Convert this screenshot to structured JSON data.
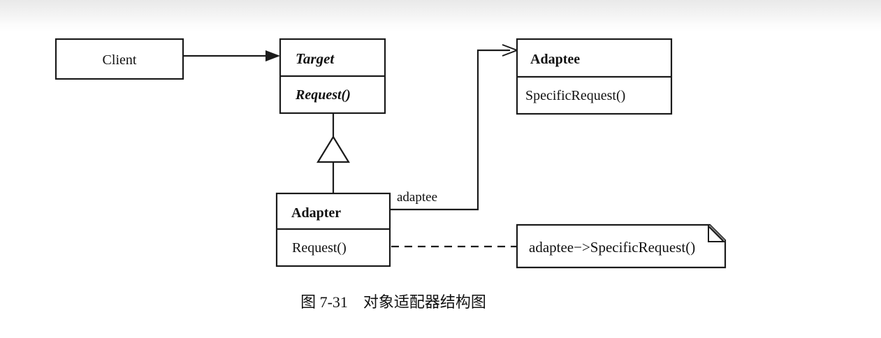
{
  "diagram": {
    "title_caption": "图 7-31　对象适配器结构图",
    "caption_figure_number": "图 7-31",
    "caption_label": "对象适配器结构图",
    "colors": {
      "line": "#1b1b1b",
      "box_fill": "#ffffff",
      "note_fold": "#808080",
      "background": "#ffffff",
      "text": "#111111"
    },
    "classes": [
      {
        "id": "client",
        "name": "Client",
        "name_style": "plain",
        "name_align": "center",
        "compartments": []
      },
      {
        "id": "target",
        "name": "Target",
        "name_style": "bold-italic",
        "name_align": "left",
        "compartments": [
          {
            "operation": "Request()",
            "style": "bold-italic"
          }
        ]
      },
      {
        "id": "adaptee",
        "name": "Adaptee",
        "name_style": "bold",
        "name_align": "left",
        "compartments": [
          {
            "operation": "SpecificRequest()",
            "style": "plain"
          }
        ]
      },
      {
        "id": "adapter",
        "name": "Adapter",
        "name_style": "bold",
        "name_align": "left",
        "compartments": [
          {
            "operation": "Request()",
            "style": "plain"
          }
        ]
      }
    ],
    "note": {
      "text": "adaptee−>SpecificRequest()",
      "has_folded_corner": true
    },
    "relationships": [
      {
        "id": "client-target",
        "type": "association-directed",
        "from": "Client",
        "to": "Target",
        "arrow": "solid-filled",
        "label": ""
      },
      {
        "id": "adapter-target",
        "type": "generalization",
        "from": "Adapter",
        "to": "Target",
        "arrow": "hollow-triangle",
        "label": ""
      },
      {
        "id": "adapter-adaptee",
        "type": "association-directed",
        "from": "Adapter",
        "to": "Adaptee",
        "arrow": "open",
        "label": "adaptee"
      },
      {
        "id": "adapter-note",
        "type": "note-anchor",
        "from": "Adapter.Request()",
        "to": "note",
        "arrow": "none",
        "line": "dashed",
        "label": ""
      }
    ]
  }
}
